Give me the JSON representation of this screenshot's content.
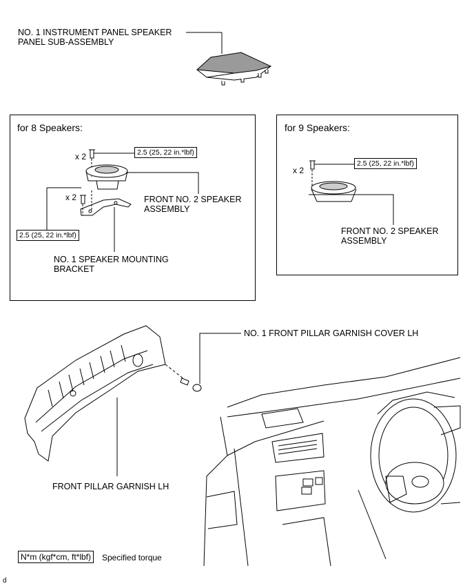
{
  "panel_label": "NO. 1 INSTRUMENT PANEL SPEAKER\nPANEL SUB-ASSEMBLY",
  "box8": {
    "title": "for 8 Speakers:",
    "qty_top": "x 2",
    "qty_bottom": "x 2",
    "torque_top": "2.5 (25, 22 in.*lbf)",
    "torque_bottom": "2.5 (25, 22 in.*lbf)",
    "speaker_label": "FRONT NO. 2 SPEAKER\nASSEMBLY",
    "bracket_label": "NO. 1 SPEAKER MOUNTING\nBRACKET"
  },
  "box9": {
    "title": "for 9 Speakers:",
    "qty": "x 2",
    "torque": "2.5 (25, 22 in.*lbf)",
    "speaker_label": "FRONT NO. 2 SPEAKER\nASSEMBLY"
  },
  "garnish_cover_label": "NO. 1 FRONT PILLAR GARNISH COVER LH",
  "garnish_label": "FRONT PILLAR GARNISH LH",
  "legend": {
    "unit": "N*m (kgf*cm, ft*lbf)",
    "text": "Specified torque"
  },
  "corner_mark": "d"
}
